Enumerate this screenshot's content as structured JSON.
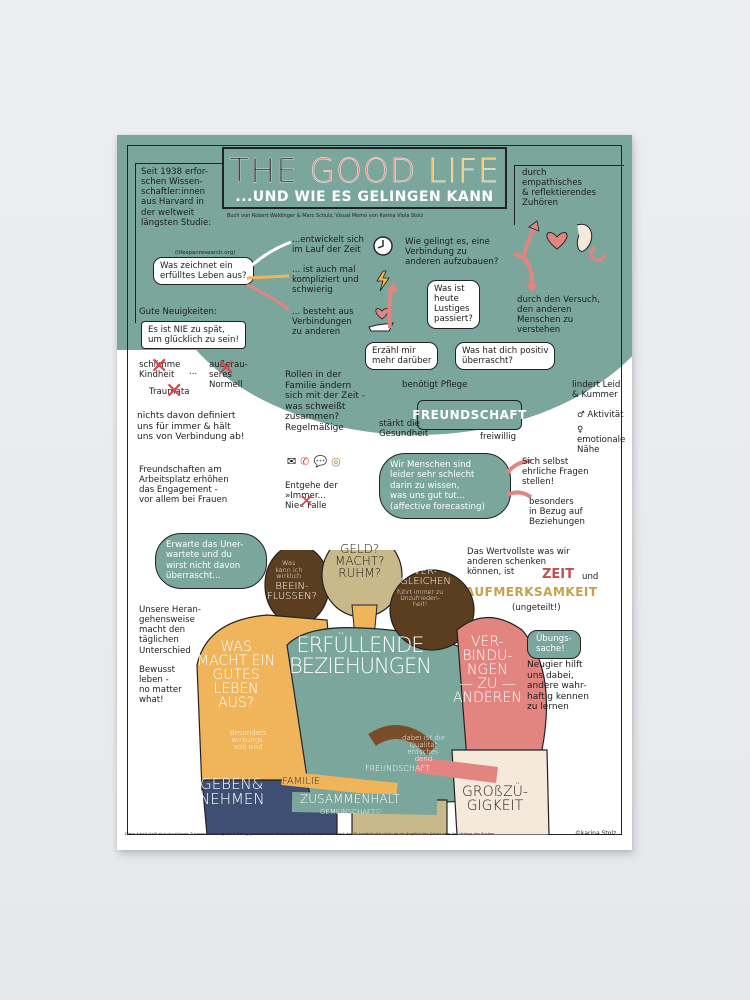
{
  "poster": {
    "title": {
      "part1": "THE ",
      "part2": "GOOD",
      "part3": " ",
      "part4": "LIFE",
      "subtitle": "...UND WIE ES GELINGEN KANN"
    },
    "credit": "Buch von Robert Waldinger & Marc Schulz, Visual Memo von Karina Viola Stolz",
    "colors": {
      "teal": "#7aa69c",
      "pink": "#e28580",
      "orange": "#f0b45a",
      "brown": "#5b3d1f",
      "navy": "#3f4e73",
      "beige": "#c9b88a",
      "cream": "#f5e9dc"
    },
    "intro": "Seit 1938 erfor-\nschen Wissen-\nschaftler:innen\naus Harvard in\nder weltweit\nlängsten Studie:",
    "source": "(lifespanresearch.org)",
    "question_bubble": "Was zeichnet ein\nerfülltes Leben aus?",
    "answers": [
      {
        "text": "...entwickelt sich\nim Lauf der Zeit",
        "icon": "clock-icon"
      },
      {
        "text": "... ist auch mal\nkompliziert und\nschwierig",
        "icon": "lightning-icon"
      },
      {
        "text": "... besteht aus\nVerbindungen\nzu anderen",
        "icon": "heart-hand-icon"
      }
    ],
    "listening": "durch\nempathisches\n& reflektierendes\nZuhören",
    "connection_question": "Wie gelingt es, eine\nVerbindung zu\nanderen aufzubauen?",
    "attempt": "durch den Versuch,\nden anderen\nMenschen zu\nverstehen",
    "speech_bubbles": [
      "Was ist\nheute\nLustiges\npassiert?",
      "Erzähl mir\nmehr darüber",
      "Was hat dich positiv\nüberrascht?"
    ],
    "good_news_label": "Gute Neuigkeiten:",
    "good_news": "Es ist NIE zu spät,\num glücklich zu sein!",
    "crossed": [
      "schlimme\nKindheit",
      "außerau-\nseres\nNormell",
      "Traumata"
    ],
    "crossed_ellipsis": "...",
    "not_defining": "nichts davon definiert\nuns für immer & hält\nuns von Verbindung ab!",
    "family_roles": "Rollen in der\nFamilie ändern\nsich mit der Zeit -\nwas schweißt\nzusammen?\nRegelmäßige",
    "contact_icons": [
      "envelope-icon",
      "phone-icon",
      "speech-icon",
      "meal-icon"
    ],
    "trap": "Entgehe der\n»Immer...\nNie« Falle",
    "workplace": "Freundschaften am\nArbeitsplatz erhöhen\ndas Engagement -\nvor allem bei Frauen",
    "friendship": {
      "label": "FREUNDSCHAFT",
      "needs_care": "benötigt Pflege",
      "relieves": "lindert Leid\n& Kummer",
      "health": "stärkt die\nGesundheit",
      "voluntary": "freiwillig",
      "male": "♂ Aktivität",
      "female": "♀ emotionale\n   Nähe"
    },
    "forecasting_cloud": "Wir Menschen sind\nleider sehr schlecht\ndarin zu wissen,\nwas uns gut tut...\n(affective forecasting)",
    "honest_questions": "Sich selbst\nehrliche Fragen\nstellen!",
    "relationships_note": "besonders\nin Bezug auf\nBeziehungen",
    "unexpected_cloud": "Erwarte das Uner-\nwartete und du\nwirst nicht davon\nüberrascht...",
    "approach": "Unsere Heran-\ngehensweise\nmacht den\ntäglichen\nUnterschied",
    "mindful": "Bewusst\nleben -\nno matter\nwhat!",
    "influence": {
      "small": "Was\nkann ich\nwirklich",
      "big": "BEEIN-\nFLUSSEN?"
    },
    "money": "GELD?\nMACHT?\nRUHM?",
    "compare": {
      "big": "VER-\nGLEICHEN",
      "small": "führt immer zu\nUnzufrieden-\nheit!"
    },
    "valuable": "Das Wertvollste was wir\nanderen schenken\nkönnen, ist",
    "time": "ZEIT",
    "and": "und",
    "attention": "AUFMERKSAMKEIT",
    "undivided": "(ungeteilt!)",
    "practice": "Übungs-\nsache!",
    "curiosity": "Neugier hilft\nuns dabei,\nandere wahr-\nhaftig kennen\nzu lernen",
    "figures": {
      "good_life": "WAS\nMACHT EIN\nGUTES\nLEBEN\nAUS?",
      "fulfilling": "ERFÜLLENDE\nBEZIEHUNGEN",
      "connections": "VER-\nBINDU-\nNGEN\n— ZU —\nANDEREN",
      "give_take": "GEBEN&\nNEHMEN",
      "effective": "Besonders\nwirkungs-\nvoll sind",
      "quality": "dabei ist die\nQualität\nentschei-\ndend",
      "family": "FAMILIE",
      "friendship_sleeve": "FREUNDSCHAFT",
      "cohesion": "ZUSAMMENHALT",
      "community": "GEMEINSCHAFT♡",
      "generosity": "GROßZÜ-\nGIGKEIT"
    },
    "footnote": "Diese Arbeit stellt eine visualisierte Zusammenfassung des in Bezug genommenen Buches durch die Kreativperson Gmbh dar. Es handelt sich nicht um ein Angebot des Autors oder des Verlags des Buches.",
    "signature": "©karina Stolz"
  }
}
